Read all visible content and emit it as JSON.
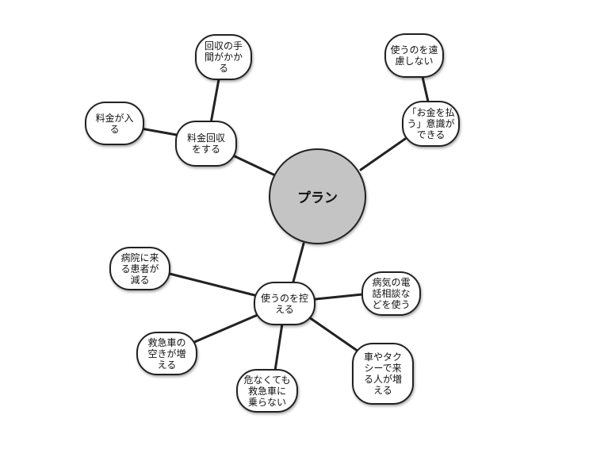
{
  "center": {
    "label": "プラン"
  },
  "nodes": {
    "collect_fee": "料金回収\nをする",
    "collect_effort": "回収の手\n間がかか\nる",
    "fee_income": "料金が入\nる",
    "pay_awareness": "「お金を払\nう」意識が\nできる",
    "reservation": "使うのを遠\n慮しない",
    "restrain_use": "使うのを控\nえる",
    "fewer_patients": "病院に来\nる患者が\n減る",
    "phone_consult": "病気の電\n話相談な\nどを使う",
    "ambulance_free": "救急車の\n空きが増\nえる",
    "not_in_danger": "危なくても\n救急車に\n乗らない",
    "taxi_users": "車やタク\nシーで来\nる人が増\nえる"
  },
  "colors": {
    "center_fill": "#c4c4c4",
    "node_fill": "#ffffff",
    "stroke": "#222222"
  }
}
